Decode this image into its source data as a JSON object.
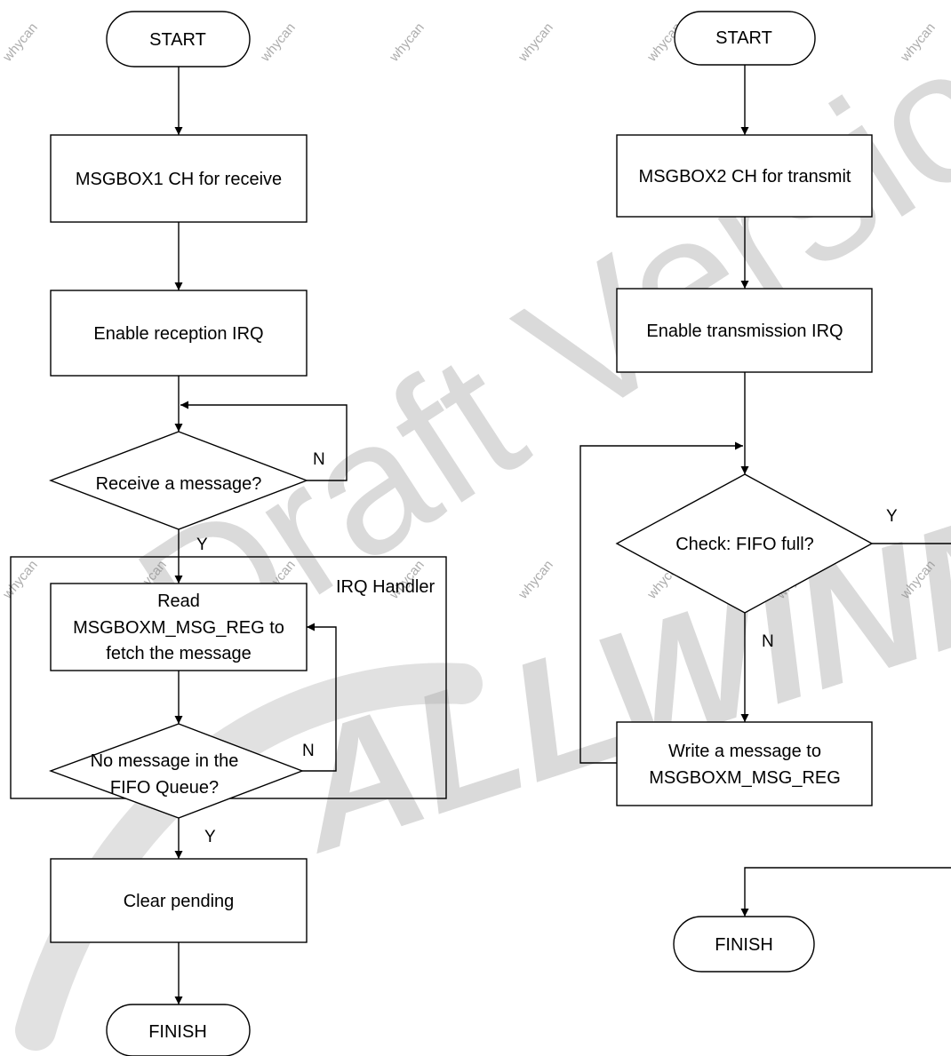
{
  "watermark": {
    "main": "Draft Version",
    "brand": "ALLWINNER",
    "small": "whycan"
  },
  "left_flow": {
    "start": "START",
    "step1": "MSGBOX1 CH for receive",
    "step2": "Enable reception IRQ",
    "decision1": "Receive a message?",
    "decision1_no": "N",
    "decision1_yes": "Y",
    "irq_group_label": "IRQ Handler",
    "step3_lines": [
      "Read",
      "MSGBOXM_MSG_REG to",
      "fetch the message"
    ],
    "decision2_lines": [
      "No message in the",
      "FIFO Queue?"
    ],
    "decision2_no": "N",
    "decision2_yes": "Y",
    "step4": "Clear pending",
    "finish": "FINISH"
  },
  "right_flow": {
    "start": "START",
    "step1": "MSGBOX2 CH for transmit",
    "step2": "Enable transmission IRQ",
    "decision1": "Check: FIFO full?",
    "decision1_yes": "Y",
    "decision1_no": "N",
    "step3_lines": [
      "Write a message to",
      "MSGBOXM_MSG_REG"
    ],
    "finish": "FINISH"
  }
}
